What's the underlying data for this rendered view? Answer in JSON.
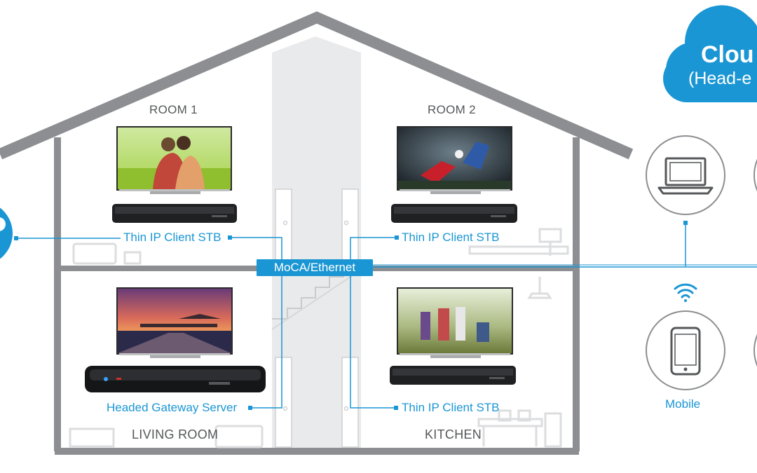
{
  "rooms": {
    "room1": "ROOM 1",
    "room2": "ROOM 2",
    "living_room": "LIVING ROOM",
    "kitchen": "KITCHEN"
  },
  "devices": {
    "room1_stb": "Thin IP Client STB",
    "room2_stb": "Thin IP Client STB",
    "living_room_server": "Headed Gateway Server",
    "kitchen_stb": "Thin IP Client STB"
  },
  "network": {
    "backbone": "MoCA/Ethernet"
  },
  "cloud": {
    "title": "Clou",
    "subtitle": "(Head-e"
  },
  "external": {
    "mobile_label": "Mobile"
  },
  "icons": [
    "laptop-icon",
    "mobile-phone-icon",
    "wifi-icon",
    "cloud-icon",
    "tv-icon",
    "set-top-box-icon"
  ],
  "colors": {
    "accent_blue": "#1a96d4",
    "house_gray": "#8c8e91",
    "stair_gray": "#e9eaeb"
  }
}
